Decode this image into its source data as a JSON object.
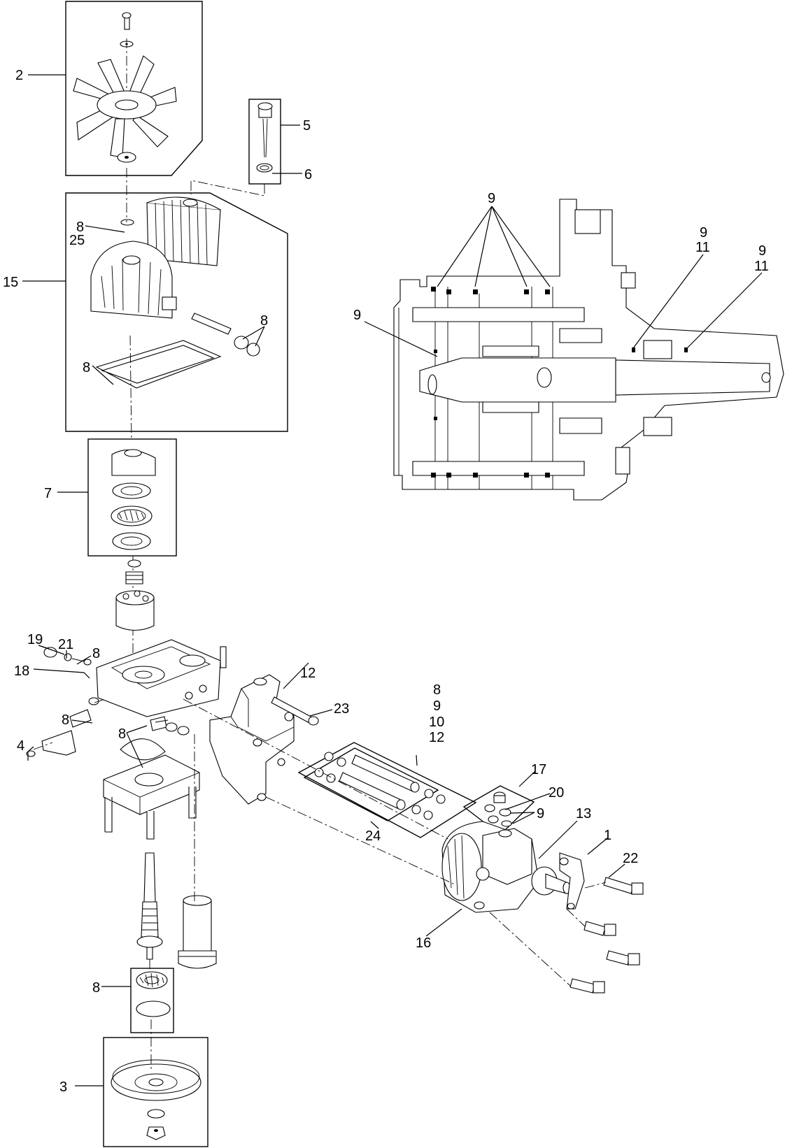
{
  "callouts": {
    "c2": "2",
    "c5": "5",
    "c6": "6",
    "c8a": "8",
    "c25": "25",
    "c15": "15",
    "c8b": "8",
    "c8c": "8",
    "c7": "7",
    "c9a": "9",
    "c9b": "9",
    "c11a": "11",
    "c9c": "9",
    "c11b": "11",
    "c9d": "9",
    "c19": "19",
    "c21": "21",
    "c8d": "8",
    "c18": "18",
    "c8e": "8",
    "c4": "4",
    "c8f": "8",
    "c12a": "12",
    "c23": "23",
    "c8g": "8",
    "c9e": "9",
    "c10": "10",
    "c12b": "12",
    "c17": "17",
    "c20": "20",
    "c9f": "9",
    "c13": "13",
    "c1": "1",
    "c22": "22",
    "c24": "24",
    "c16": "16",
    "c8h": "8",
    "c3": "3"
  }
}
